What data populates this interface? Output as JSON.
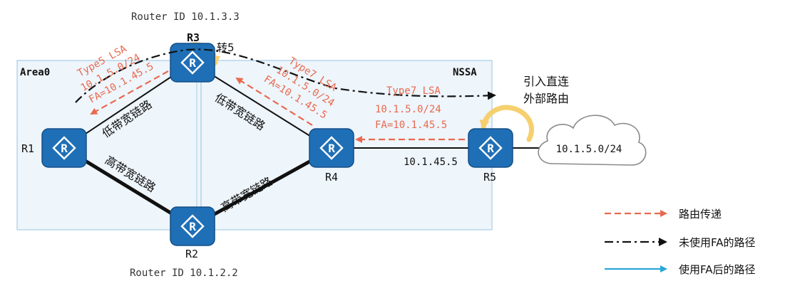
{
  "areas": {
    "area0": "Area0",
    "nssa": "NSSA"
  },
  "routers": {
    "r1": "R1",
    "r2": "R2",
    "r3": "R3",
    "r4": "R4",
    "r5": "R5",
    "r3_id": "Router ID 10.1.3.3",
    "r2_id": "Router ID 10.1.2.2"
  },
  "links": {
    "r1_r3": "低带宽链路",
    "r3_r4": "低带宽链路",
    "r1_r2": "高带宽链路",
    "r2_r4": "高带宽链路",
    "r4_r5_addr": "10.1.45.5"
  },
  "lsa": {
    "type5_title": "Type5 LSA",
    "type5_prefix": "10.1.5.0/24",
    "type5_fa": "FA=10.1.45.5",
    "type7_r3_title": "Type7 LSA",
    "type7_r3_prefix": "10.1.5.0/24",
    "type7_r3_fa": "FA=10.1.45.5",
    "type7_r5_title": "Type7 LSA",
    "type7_r5_prefix": "10.1.5.0/24",
    "type7_r5_fa": "FA=10.1.45.5",
    "convert": "转5"
  },
  "external": {
    "import_line1": "引入直连",
    "import_line2": "外部路由",
    "network": "10.1.5.0/24"
  },
  "legend": {
    "route_propagation": "路由传递",
    "path_without_fa": "未使用FA的路径",
    "path_with_fa": "使用FA后的路径"
  },
  "colors": {
    "lsa_red": "#e9694f",
    "router_blue": "#1f6fb6",
    "area_fill": "#eef5fb",
    "area_border": "#a9cde6",
    "fa_path_blue": "#2aa6dc",
    "convert_arrow": "#f6cf6e"
  }
}
